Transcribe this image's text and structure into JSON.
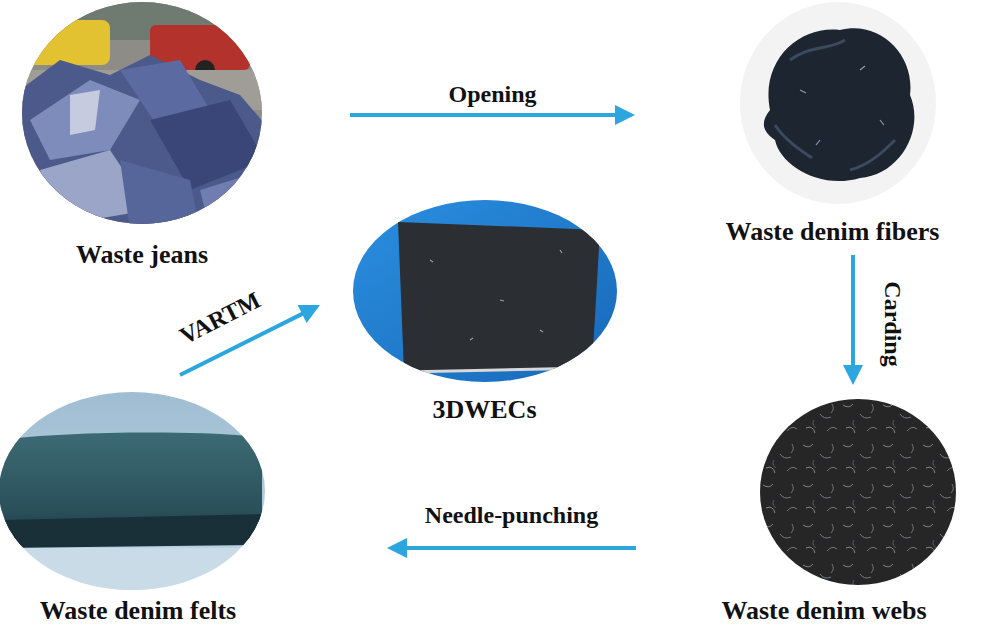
{
  "diagram": {
    "nodes": [
      {
        "text": [
          "Waste jeans"
        ]
      },
      {
        "text": [
          "Waste denim fibers"
        ]
      },
      {
        "text": [
          "Waste denim webs"
        ]
      },
      {
        "text": [
          "Waste denim felts"
        ]
      },
      {
        "text": [
          "3DWECs"
        ]
      }
    ],
    "edges": [
      {
        "from": 0,
        "to": 1,
        "arrow": "to",
        "label": "Opening"
      },
      {
        "from": 1,
        "to": 2,
        "arrow": "to",
        "label": "Carding"
      },
      {
        "from": 2,
        "to": 3,
        "arrow": "to",
        "label": "Needle-punching"
      },
      {
        "from": 3,
        "to": 4,
        "arrow": "to",
        "label": "VARTM"
      }
    ]
  }
}
